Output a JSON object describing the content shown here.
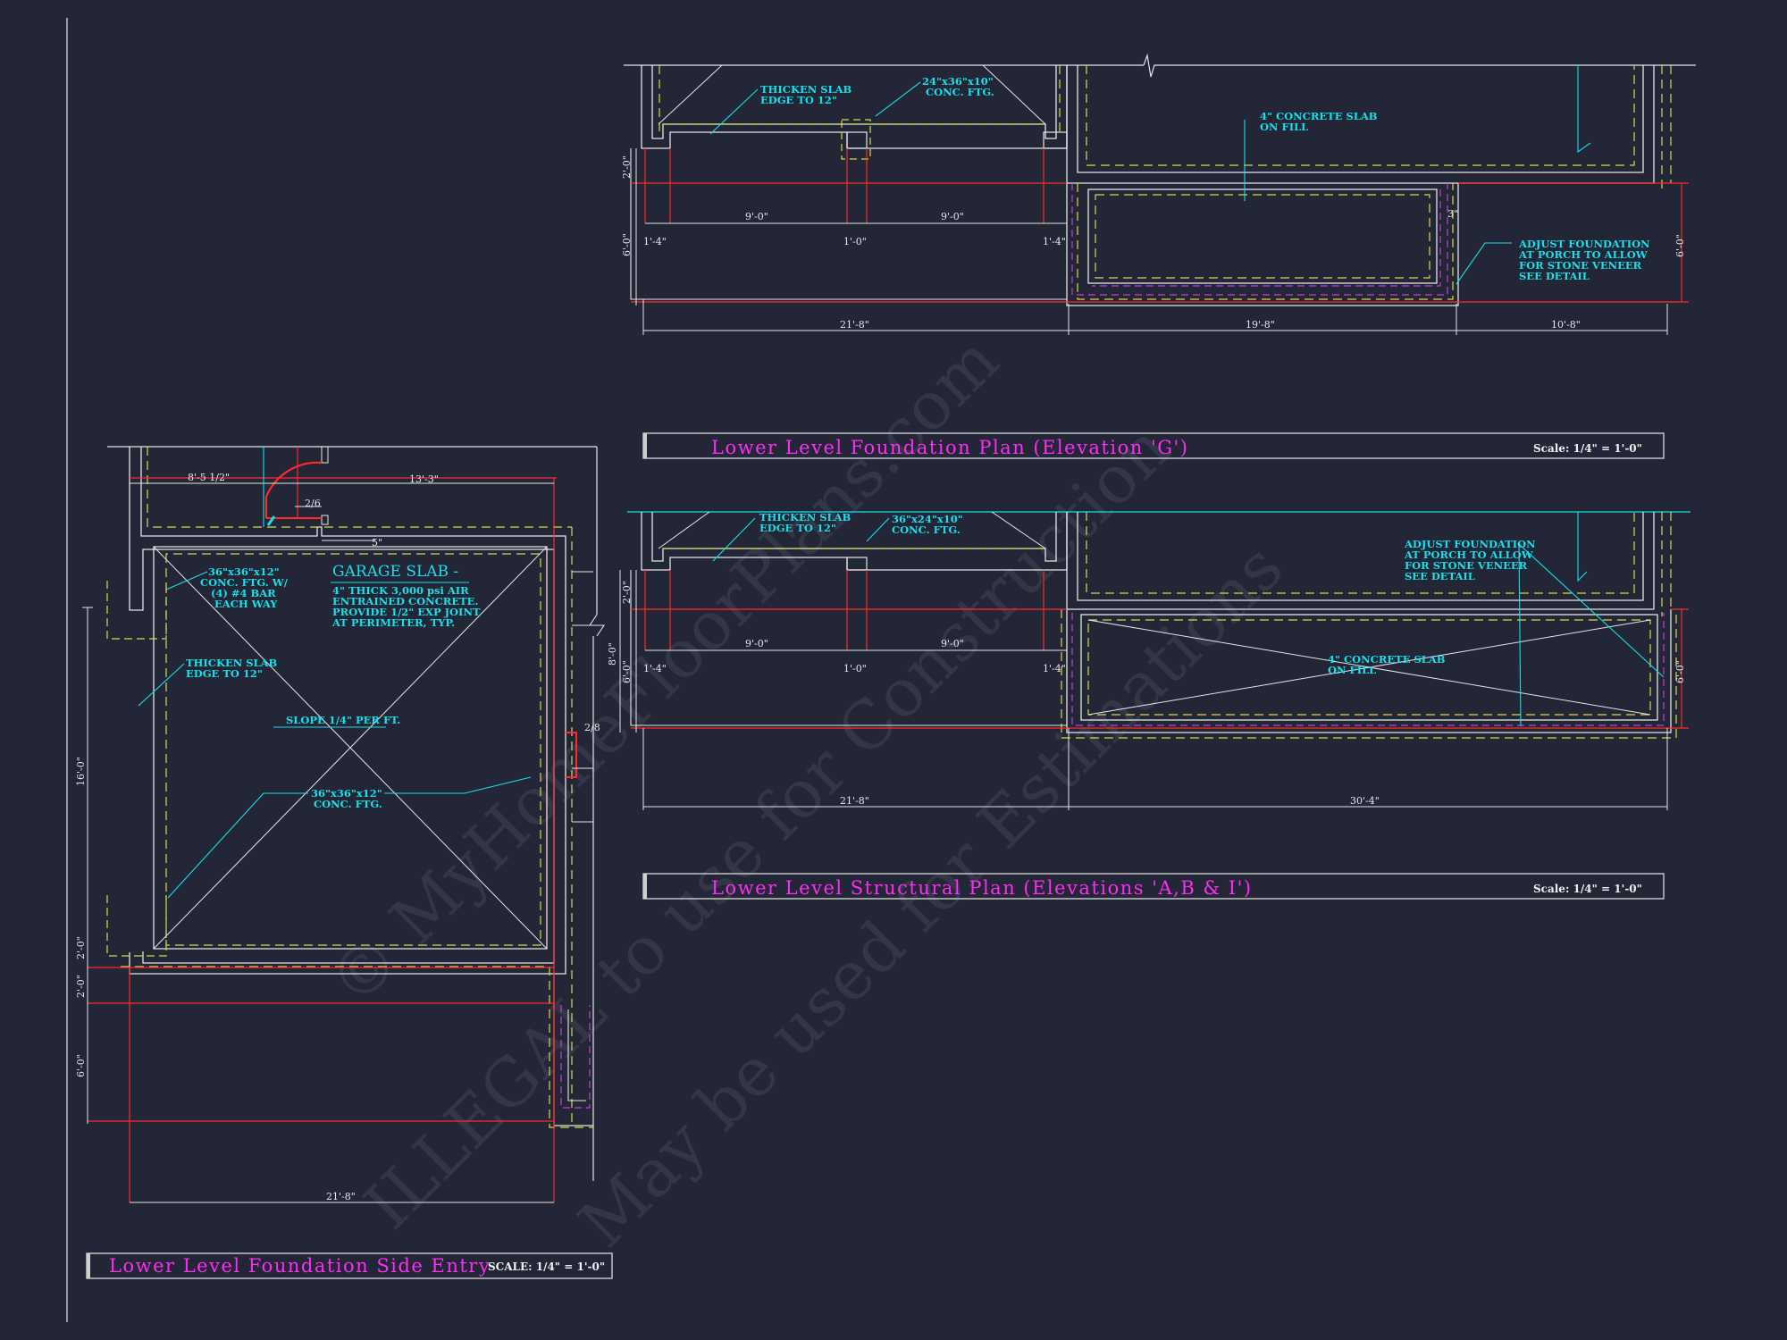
{
  "colors": {
    "background": "#222637",
    "wall": "#e6e6e6",
    "dimension": "#ff2a2a",
    "footing": "#d8d84a",
    "veneer": "#c83cd8",
    "note": "#19e0e8",
    "title": "#ff2cf2"
  },
  "watermark": {
    "line1": "© MyHomeFloorPlans.com",
    "line2": "ILLEGAL to use for Construction",
    "line3": "May be used for Estimations"
  },
  "plan_g": {
    "title": "Lower Level Foundation Plan (Elevation 'G')",
    "scale": "Scale: 1/4\" = 1'-0\"",
    "notes": {
      "thicken_1": "THICKEN SLAB",
      "thicken_2": "EDGE TO 12\"",
      "ftg_1": "24\"x36\"x10\"",
      "ftg_2": "CONC. FTG.",
      "slab_1": "4\" CONCRETE SLAB",
      "slab_2": "ON FILL",
      "adjust_1": "ADJUST FOUNDATION",
      "adjust_2": "AT PORCH TO ALLOW",
      "adjust_3": "FOR STONE VENEER",
      "adjust_4": "SEE DETAIL"
    },
    "dims": {
      "d_2_0": "2'-0\"",
      "d_6_0_left": "6'-0\"",
      "d_1_4_a": "1'-4\"",
      "d_9_0_a": "9'-0\"",
      "d_1_0": "1'-0\"",
      "d_9_0_b": "9'-0\"",
      "d_1_4_b": "1'-4\"",
      "d_3": "3\"",
      "d_6_0_right": "6'-0\"",
      "d_21_8": "21'-8\"",
      "d_19_8": "19'-8\"",
      "d_10_8": "10'-8\""
    }
  },
  "plan_abi": {
    "title": "Lower Level Structural Plan (Elevations 'A,B & I')",
    "scale": "Scale: 1/4\" = 1'-0\"",
    "notes": {
      "thicken_1": "THICKEN SLAB",
      "thicken_2": "EDGE TO 12\"",
      "ftg_1": "36\"x24\"x10\"",
      "ftg_2": "CONC. FTG.",
      "adjust_1": "ADJUST FOUNDATION",
      "adjust_2": "AT PORCH TO ALLOW",
      "adjust_3": "FOR STONE VENEER",
      "adjust_4": "SEE DETAIL",
      "slab_1": "4\" CONCRETE SLAB",
      "slab_2": "ON FILL"
    },
    "dims": {
      "d_2_0": "2'-0\"",
      "d_8_0": "8'-0\"",
      "d_6_0_left": "6'-0\"",
      "d_1_4_a": "1'-4\"",
      "d_9_0_a": "9'-0\"",
      "d_1_0": "1'-0\"",
      "d_9_0_b": "9'-0\"",
      "d_1_4_b": "1'-4\"",
      "d_6_0_right": "6'-0\"",
      "d_21_8": "21'-8\"",
      "d_30_4": "30'-4\""
    }
  },
  "plan_side": {
    "title": "Lower Level Foundation Side Entry",
    "scale": "SCALE: 1/4\" = 1'-0\"",
    "heading": "GARAGE SLAB -",
    "notes": {
      "spec_1": "4\" THICK 3,000 psi AIR",
      "spec_2": "ENTRAINED CONCRETE.",
      "spec_3": "PROVIDE 1/2\" EXP JOINT",
      "spec_4": "AT PERIMETER, TYP.",
      "ftg_a_1": "36\"x36\"x12\"",
      "ftg_a_2": "CONC. FTG. W/",
      "ftg_a_3": "(4) #4 BAR",
      "ftg_a_4": "EACH WAY",
      "thicken_1": "THICKEN SLAB",
      "thicken_2": "EDGE TO 12\"",
      "slope": "SLOPE 1/4\" PER FT.",
      "ftg_b_1": "36\"x36\"x12\"",
      "ftg_b_2": "CONC. FTG."
    },
    "dims": {
      "d_8_5": "8'-5 1/2\"",
      "d_13_3": "13'-3\"",
      "d_2_6": "2/6",
      "d_5": "5\"",
      "d_2_8": "2/8",
      "d_16_0": "16'-0\"",
      "d_2_0_a": "2'-0\"",
      "d_2_0_b": "2'-0\"",
      "d_6_0": "6'-0\"",
      "d_21_8": "21'-8\""
    }
  }
}
